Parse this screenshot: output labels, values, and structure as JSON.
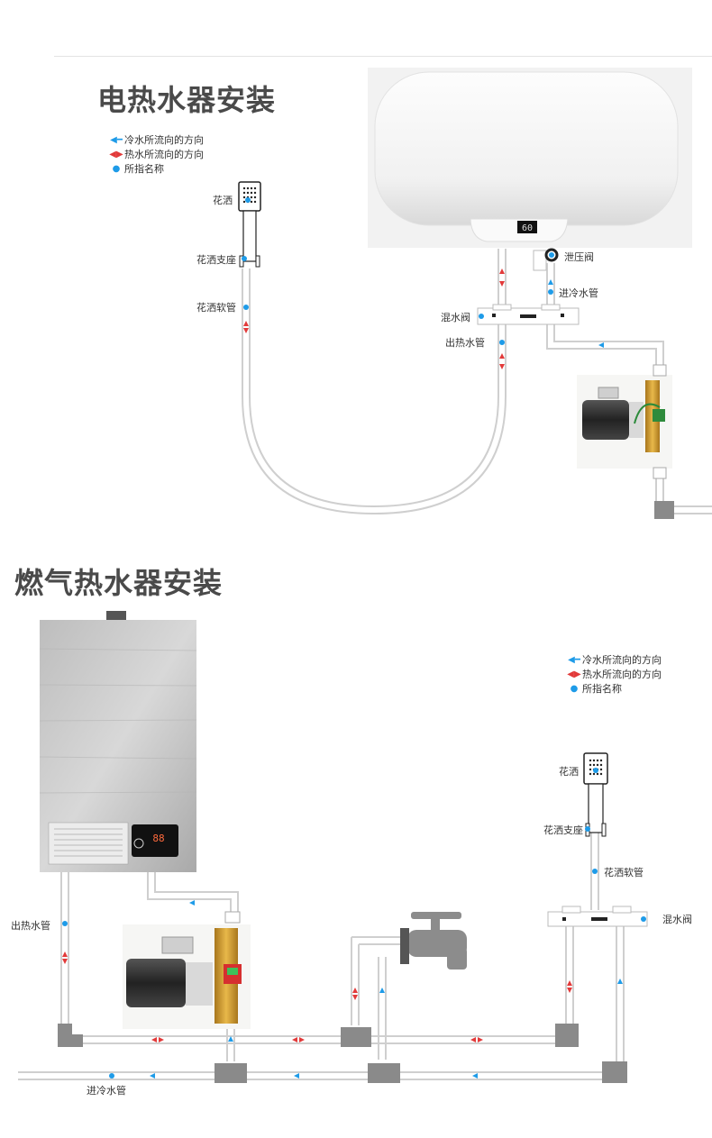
{
  "colors": {
    "cold": "#1e9be8",
    "hot": "#e23a3a",
    "dot": "#1e9be8",
    "pipe": "#c8c8c8",
    "fitting": "#8a8a8a"
  },
  "electric": {
    "title": "电热水器安装",
    "legend": [
      {
        "symbol": "cold-arrow",
        "text": "冷水所流向的方向"
      },
      {
        "symbol": "hot-arrow",
        "text": "热水所流向的方向"
      },
      {
        "symbol": "dot",
        "text": "所指名称"
      }
    ],
    "display": "60",
    "labels": {
      "shower_head": "花洒",
      "shower_holder": "花洒支座",
      "shower_hose": "花洒软管",
      "relief_valve": "泄压阀",
      "cold_inlet": "进冷水管",
      "mixing_valve": "混水阀",
      "hot_outlet": "出热水管"
    }
  },
  "gas": {
    "title": "燃气热水器安装",
    "legend": [
      {
        "symbol": "cold-arrow",
        "text": "冷水所流向的方向"
      },
      {
        "symbol": "hot-arrow",
        "text": "热水所流向的方向"
      },
      {
        "symbol": "dot",
        "text": "所指名称"
      }
    ],
    "display": "88",
    "labels": {
      "shower_head": "花洒",
      "shower_holder": "花洒支座",
      "shower_hose": "花洒软管",
      "mixing_valve": "混水阀",
      "hot_outlet": "出热水管",
      "cold_inlet": "进冷水管"
    }
  }
}
